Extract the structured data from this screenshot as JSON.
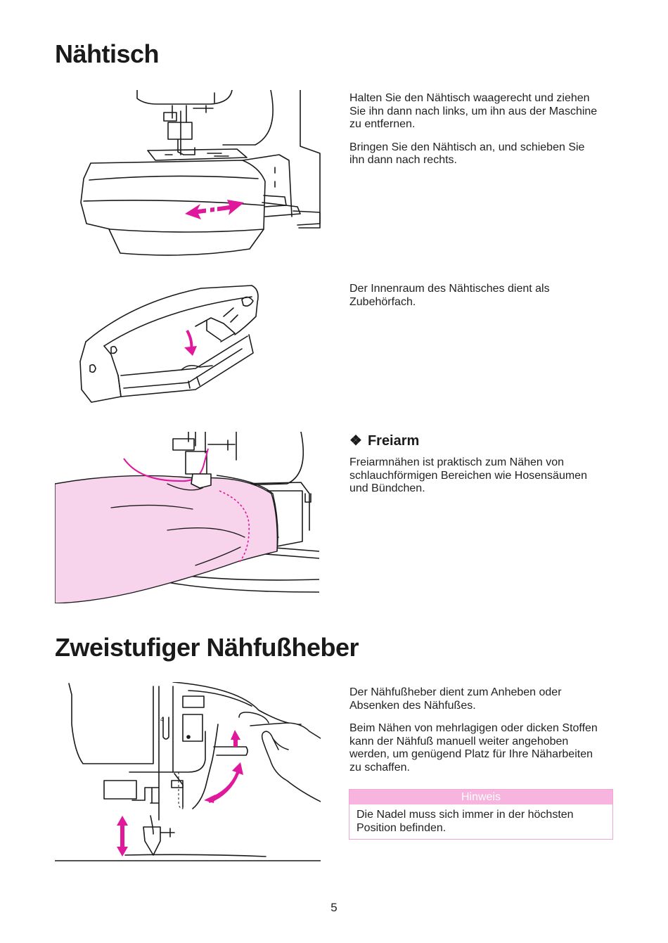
{
  "section1": {
    "title": "Nähtisch",
    "para1": "Halten Sie den Nähtisch waagerecht und ziehen Sie ihn dann nach links, um ihn aus der Maschine zu entfernen.",
    "para2": "Bringen Sie den Nähtisch an, und schieben Sie ihn dann nach rechts.",
    "para3": "Der Innenraum des Nähtisches dient als Zubehörfach."
  },
  "freiarm": {
    "icon": "diamond-bullet-icon",
    "glyph": "❖",
    "title": "Freiarm",
    "text": "Freiarmnähen ist praktisch zum Nähen von schlauchförmigen Bereichen wie Hosensäumen und Bündchen."
  },
  "section2": {
    "title": "Zweistufiger Nähfußheber",
    "para1": "Der Nähfußheber dient zum Anheben oder Absenken des Nähfußes.",
    "para2": "Beim Nähen von mehrlagigen oder dicken Stoffen kann der Nähfuß manuell weiter angehoben werden, um genügend Platz für Ihre Näharbeiten zu schaffen.",
    "lever_mark": "4"
  },
  "note": {
    "heading": "Hinweis",
    "text": "Die Nadel muss sich immer in der höchsten Position befinden."
  },
  "page_number": "5",
  "colors": {
    "accent": "#e0189c",
    "fabric": "#f7d4ec",
    "note_header": "#f6b4de"
  }
}
